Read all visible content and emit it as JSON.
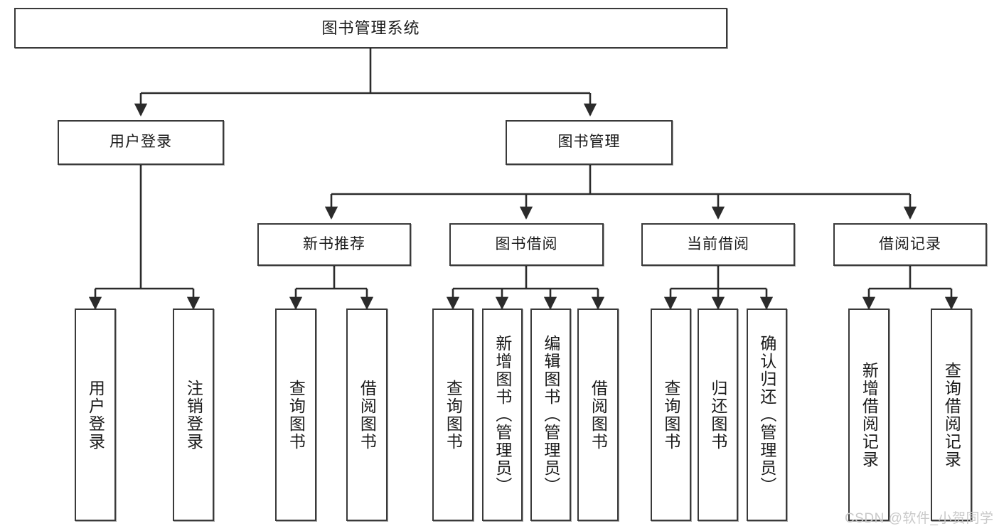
{
  "diagram": {
    "type": "tree-hierarchy-diagram",
    "title": "图书管理系统",
    "watermark": "CSDN @软件_小贺同学",
    "colors": {
      "box_border": "#3a3a3a",
      "box_fill": "#ffffff",
      "edge": "#2b2b2b",
      "text": "#1a1a1a",
      "watermark": "#c9c9c9",
      "background": "#ffffff"
    },
    "levels": [
      {
        "level": 1,
        "nodes": [
          {
            "id": "root",
            "label": "图书管理系统"
          }
        ]
      },
      {
        "level": 2,
        "nodes": [
          {
            "id": "user-login",
            "label": "用户登录",
            "parent": "root"
          },
          {
            "id": "book-management",
            "label": "图书管理",
            "parent": "root"
          }
        ]
      },
      {
        "level": 3,
        "nodes": [
          {
            "id": "new-book-recommend",
            "label": "新书推荐",
            "parent": "book-management"
          },
          {
            "id": "book-borrow",
            "label": "图书借阅",
            "parent": "book-management"
          },
          {
            "id": "current-borrow",
            "label": "当前借阅",
            "parent": "book-management"
          },
          {
            "id": "borrow-record",
            "label": "借阅记录",
            "parent": "book-management"
          }
        ]
      },
      {
        "level": 4,
        "nodes": [
          {
            "id": "leaf-user-login",
            "label": "用户登录",
            "parent": "user-login"
          },
          {
            "id": "leaf-logout-login",
            "label": "注销登录",
            "parent": "user-login"
          },
          {
            "id": "leaf-query-book-1",
            "label": "查询图书",
            "parent": "new-book-recommend"
          },
          {
            "id": "leaf-borrow-book-1",
            "label": "借阅图书",
            "parent": "new-book-recommend"
          },
          {
            "id": "leaf-query-book-2",
            "label": "查询图书",
            "parent": "book-borrow"
          },
          {
            "id": "leaf-add-book",
            "label": "新增图书（管理员）",
            "parent": "book-borrow"
          },
          {
            "id": "leaf-edit-book",
            "label": "编辑图书（管理员）",
            "parent": "book-borrow"
          },
          {
            "id": "leaf-borrow-book-2",
            "label": "借阅图书",
            "parent": "book-borrow"
          },
          {
            "id": "leaf-query-book-3",
            "label": "查询图书",
            "parent": "current-borrow"
          },
          {
            "id": "leaf-return-book",
            "label": "归还图书",
            "parent": "current-borrow"
          },
          {
            "id": "leaf-confirm-return",
            "label": "确认归还（管理员）",
            "parent": "current-borrow"
          },
          {
            "id": "leaf-add-record",
            "label": "新增借阅记录",
            "parent": "borrow-record"
          },
          {
            "id": "leaf-query-record",
            "label": "查询借阅记录",
            "parent": "borrow-record"
          }
        ]
      }
    ]
  }
}
